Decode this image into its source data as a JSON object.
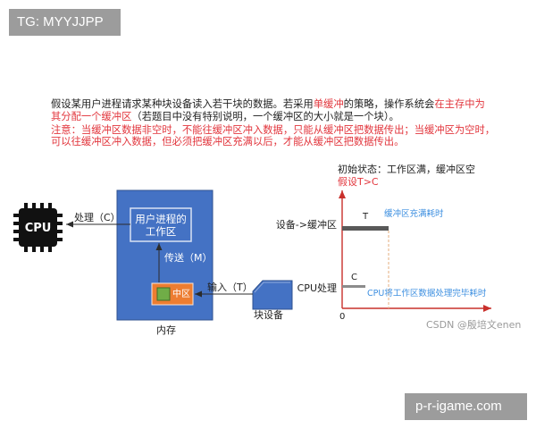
{
  "watermarks": {
    "top_left": "TG: MYYJJPP",
    "bottom_right": "p-r-igame.com",
    "source": "CSDN @殷培文enen"
  },
  "intro": {
    "lines": [
      [
        "假设某用户进程请求某种块设备读入若干块的数据。若采用",
        "单缓冲",
        "的策略，操作系统会",
        "在主存中为"
      ],
      [
        "其分配一个缓冲区",
        "（若题目中没有特别说明，一个缓冲区的大小就是一个块）。"
      ],
      [
        "注意：当缓冲区数据非空时，不能往缓冲区冲入数据，只能从缓冲区把数据传出；当缓冲区为空时，"
      ],
      [
        "可以往缓冲区冲入数据，但必须把缓冲区充满以后，才能从缓冲区把数据传出。"
      ]
    ]
  },
  "flow_diagram": {
    "cpu": {
      "label": "CPU",
      "icon": "cpu-chip-icon"
    },
    "process_arrow": {
      "label": "处理（C）"
    },
    "memory": {
      "label": "内存"
    },
    "work_area": {
      "lines": [
        "用户进程的",
        "工作区"
      ]
    },
    "transfer_arrow": {
      "label": "传送（M）"
    },
    "buffer": {
      "label": "中区"
    },
    "input_arrow": {
      "label": "输入（T）"
    },
    "block_device": {
      "label": "块设备",
      "icon": "block-device-icon"
    }
  },
  "timeline": {
    "heading": "初始状态：工作区满，缓冲区空",
    "assumption": "假设T>C",
    "origin_label": "0",
    "rows": [
      {
        "label": "设备->缓冲区",
        "symbol": "T",
        "caption": "缓冲区充满耗时",
        "duration": 1
      },
      {
        "label": "CPU处理",
        "symbol": "C",
        "caption": "CPU将工作区数据处理完毕耗时",
        "duration": 0.5
      }
    ]
  },
  "colors": {
    "emphasis_red": "#e2363d",
    "memory_blue": "#4472c4",
    "memory_border": "#2f528f",
    "buffer_orange": "#ed7d31",
    "buffer_marker_green": "#70ad47",
    "caption_blue": "#3d8fe0",
    "axis_red": "#c9302c",
    "bar_dark": "#595959",
    "bar_light": "#8c8c8c",
    "guide_dash": "#e8bb92",
    "watermark_gray": "#9c9c9c"
  }
}
